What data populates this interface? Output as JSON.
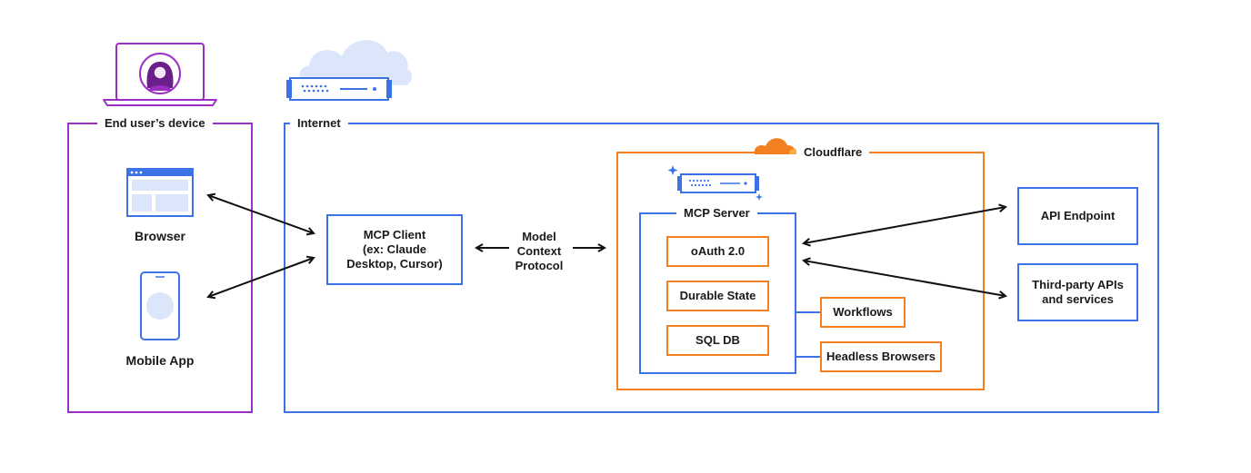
{
  "regions": {
    "device": {
      "label": "End user’s device",
      "color": "#9b2fc4"
    },
    "internet": {
      "label": "Internet",
      "color": "#3b73e6"
    },
    "cloudflare": {
      "label": "Cloudflare",
      "color": "#f38020"
    },
    "mcp_server": {
      "label": "MCP Server"
    }
  },
  "device_items": {
    "browser": {
      "label": "Browser",
      "icon": "browser-window-icon"
    },
    "mobile": {
      "label": "Mobile App",
      "icon": "mobile-phone-icon"
    }
  },
  "mcp_client": {
    "line1": "MCP Client",
    "line2": "(ex: Claude",
    "line3": "Desktop, Cursor)"
  },
  "protocol": {
    "line1": "Model",
    "line2": "Context",
    "line3": "Protocol"
  },
  "server_components": {
    "oauth": "oAuth 2.0",
    "durable": "Durable State",
    "sqldb": "SQL DB"
  },
  "side_services": {
    "workflows": "Workflows",
    "headless": "Headless Browsers"
  },
  "external": {
    "api": "API Endpoint",
    "third_line1": "Third-party APIs",
    "third_line2": "and services"
  },
  "colors": {
    "accent_blue": "#3b73e6",
    "light_blue": "#dbe6fb",
    "purple": "#9b2fc4",
    "orange": "#f38020",
    "arrow": "#111111"
  }
}
